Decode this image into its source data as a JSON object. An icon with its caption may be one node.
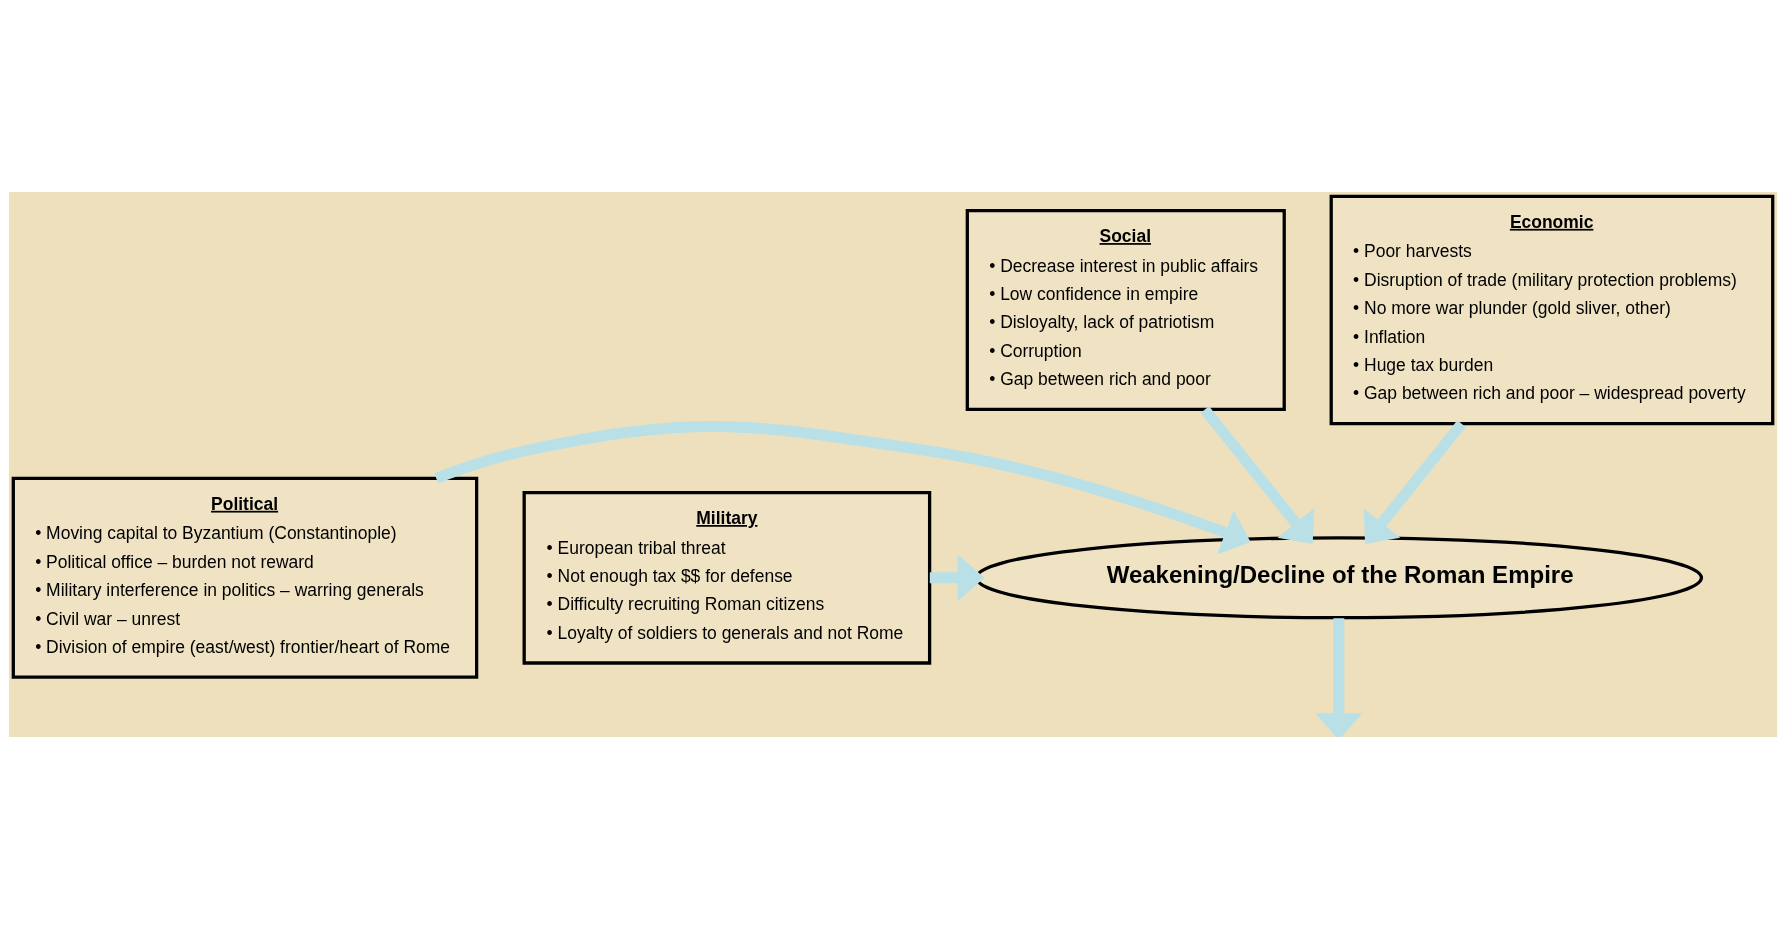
{
  "diagram": {
    "nodes": [
      {
        "text": [
          "Political",
          "• Moving capital to Byzantium (Constantinople)",
          "• Political office – burden not reward",
          "• Military interference in politics – warring generals",
          "• Civil war – unrest",
          "• Division of empire (east/west) frontier/heart of Rome"
        ]
      },
      {
        "text": [
          "Social",
          "• Decrease interest in public affairs",
          "• Low confidence in empire",
          "• Disloyalty, lack of patriotism",
          "• Corruption",
          "• Gap between rich and poor"
        ]
      },
      {
        "text": [
          "Economic",
          "• Poor harvests",
          "• Disruption of trade (military protection problems)",
          "• No more war plunder (gold sliver, other)",
          "• Inflation",
          "• Huge tax burden",
          "• Gap between rich and poor – widespread poverty"
        ]
      },
      {
        "text": [
          "Military",
          "• European tribal threat",
          "• Not enough tax $$ for defense",
          "• Difficulty recruiting Roman citizens",
          "• Loyalty of soldiers to generals and not Rome"
        ]
      },
      {
        "text": [
          "Weakening/Decline of the Roman Empire"
        ]
      }
    ],
    "edges": [
      {
        "from": 0,
        "to": 4,
        "arrow": "to"
      },
      {
        "from": 1,
        "to": 4,
        "arrow": "to"
      },
      {
        "from": 2,
        "to": 4,
        "arrow": "to"
      },
      {
        "from": 3,
        "to": 4,
        "arrow": "to"
      },
      {
        "from": 4,
        "to": null,
        "arrow": "to"
      }
    ]
  }
}
